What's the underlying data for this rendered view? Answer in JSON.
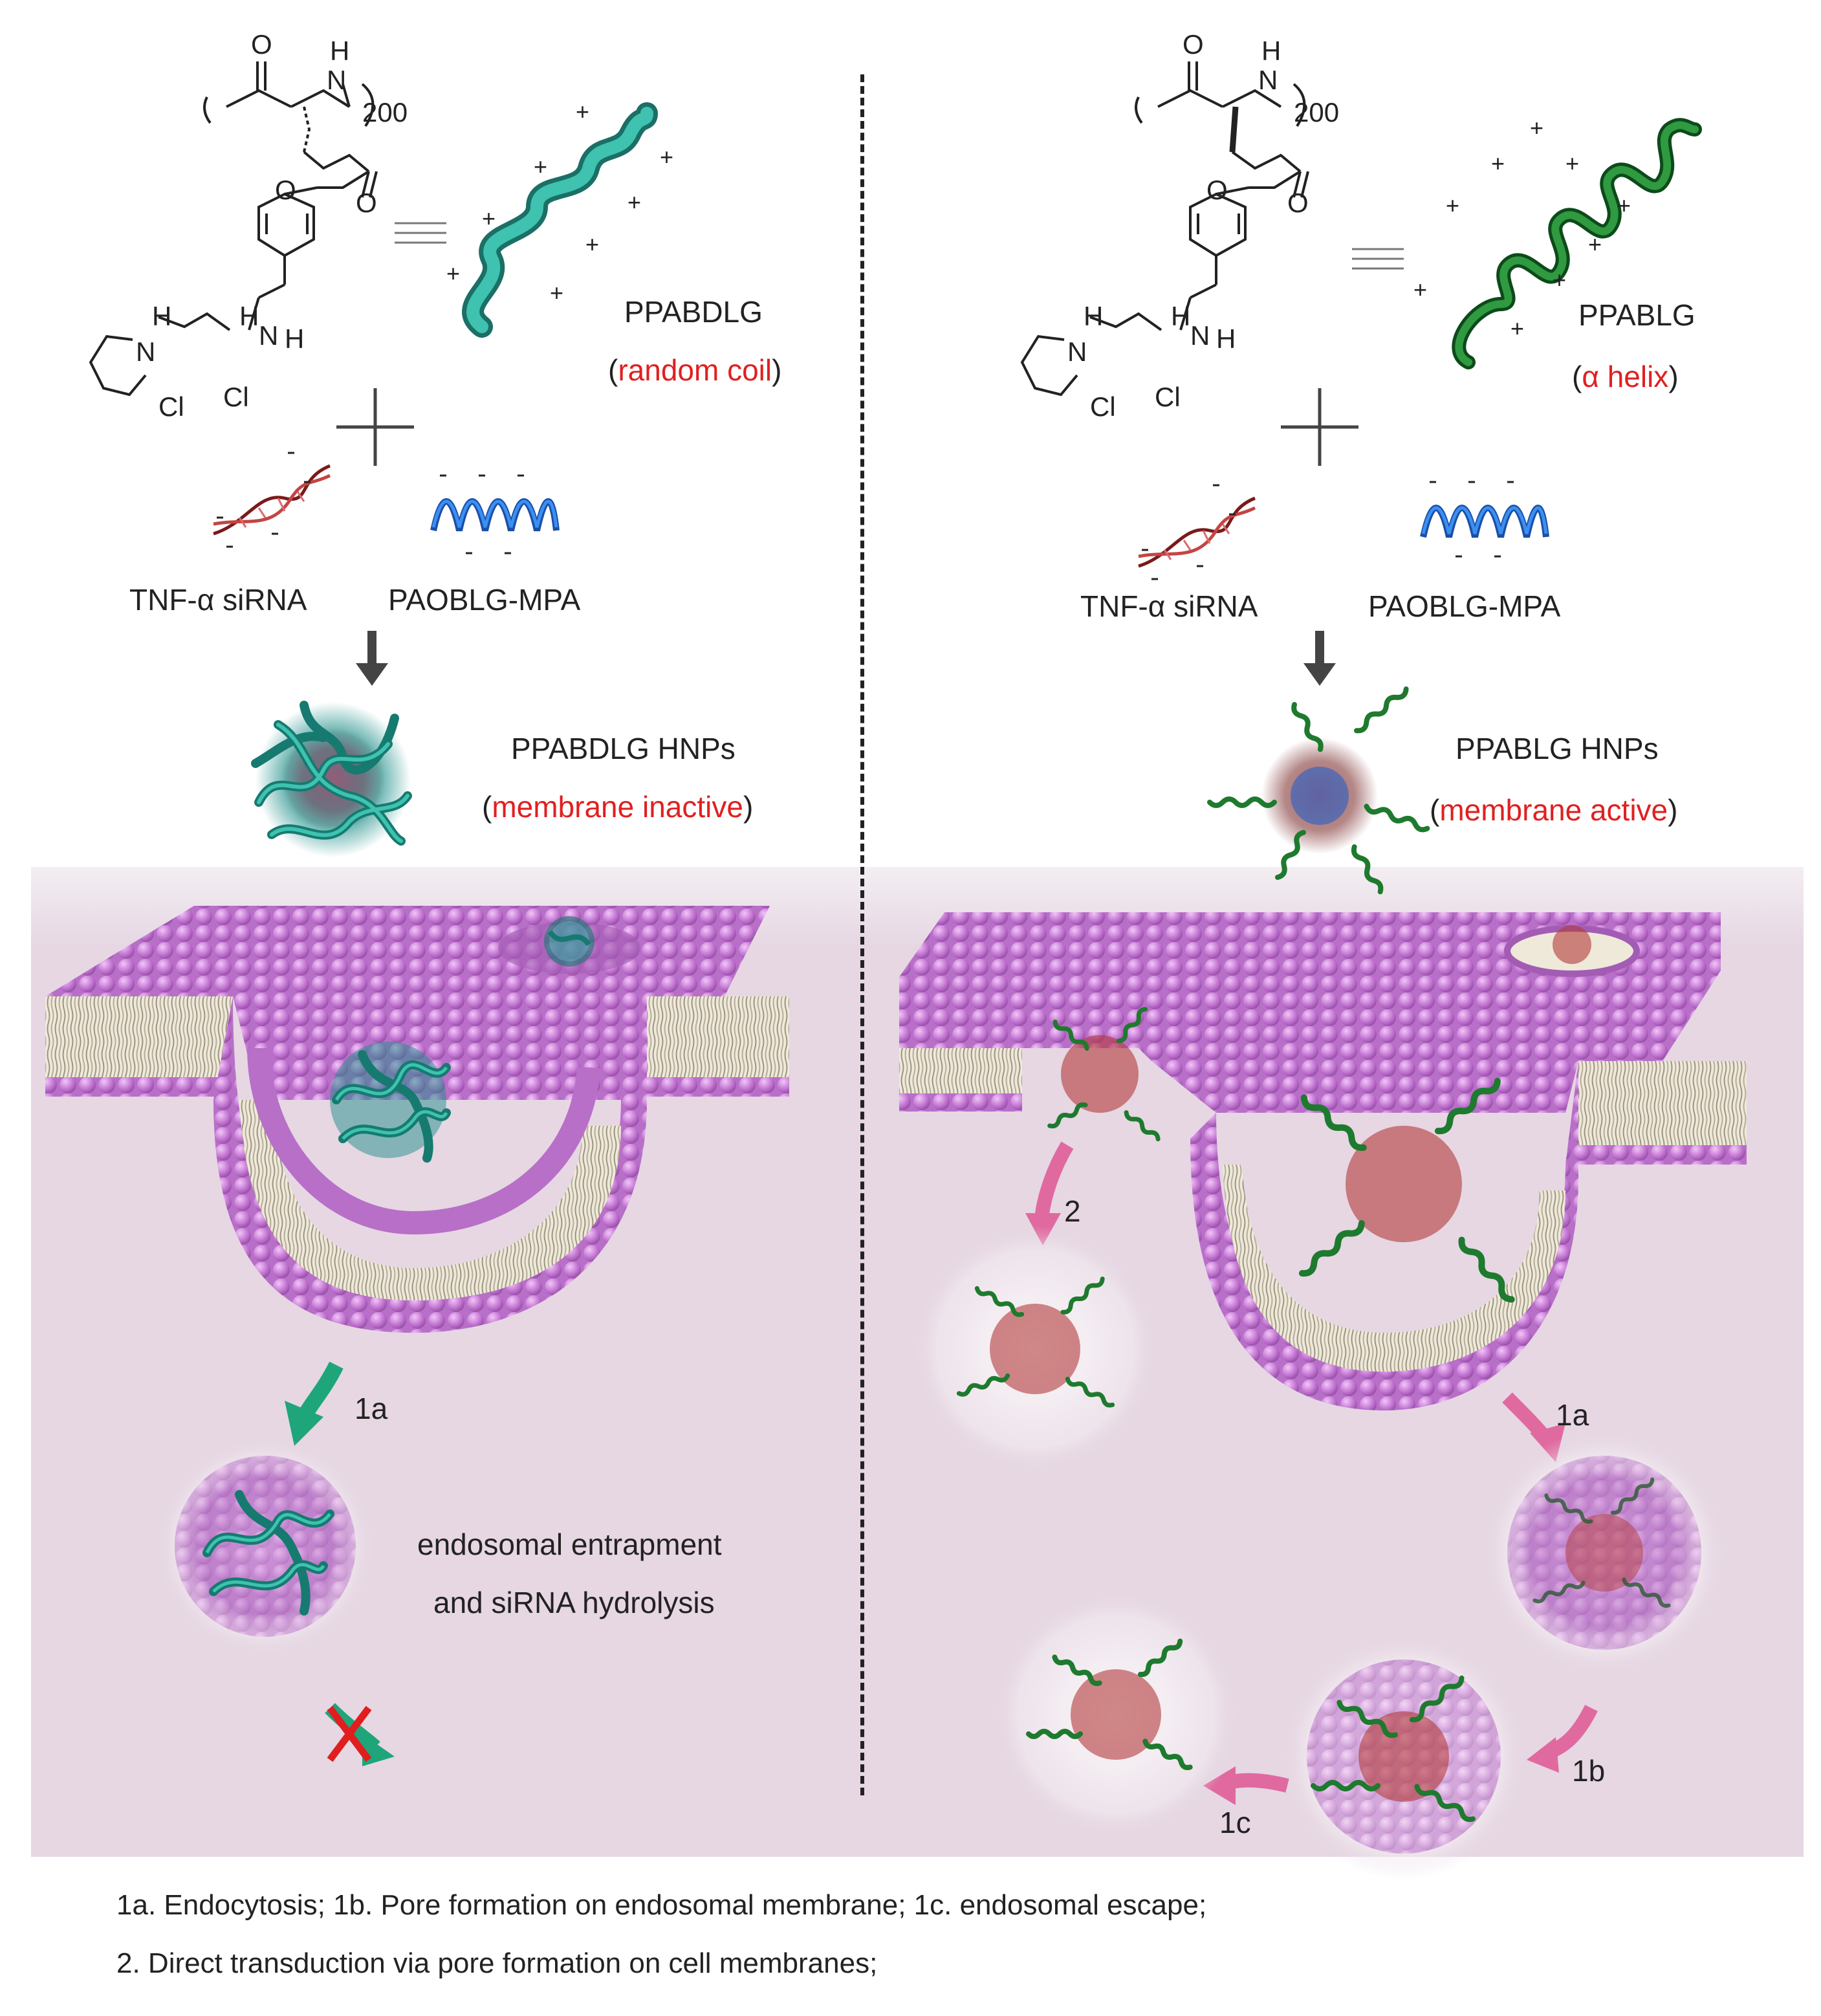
{
  "left": {
    "chem_labels": {
      "O": "O",
      "H": "H",
      "N": "N",
      "subscript": "200",
      "O2": "O",
      "O3": "O",
      "H2": "H",
      "N2": "N",
      "H3": "H",
      "N3": "N",
      "H4": "H",
      "Cl1": "Cl",
      "Cl2": "Cl"
    },
    "polymer_name": "PPABDLG",
    "polymer_conformation_open": "(",
    "polymer_conformation": "random coil",
    "polymer_conformation_close": ")",
    "sirna_label": "TNF-α siRNA",
    "paoblg_label": "PAOBLG-MPA",
    "hnp_name": "PPABDLG HNPs",
    "hnp_state_open": "(",
    "hnp_state": "membrane inactive",
    "hnp_state_close": ")",
    "step_1a": "1a",
    "endosome_text_line1": "endosomal entrapment",
    "endosome_text_line2": "and siRNA hydrolysis"
  },
  "right": {
    "chem_labels": {
      "O": "O",
      "H": "H",
      "N": "N",
      "subscript": "200",
      "O2": "O",
      "O3": "O",
      "H2": "H",
      "N2": "N",
      "H3": "H",
      "N3": "N",
      "H4": "H",
      "Cl1": "Cl",
      "Cl2": "Cl"
    },
    "polymer_name": "PPABLG",
    "polymer_conformation_open": "(",
    "polymer_conformation": "α helix",
    "polymer_conformation_close": ")",
    "sirna_label": "TNF-α siRNA",
    "paoblg_label": "PAOBLG-MPA",
    "hnp_name": "PPABLG HNPs",
    "hnp_state_open": "(",
    "hnp_state": "membrane active",
    "hnp_state_close": ")",
    "step_2": "2",
    "step_1a": "1a",
    "step_1b": "1b",
    "step_1c": "1c"
  },
  "legend": {
    "line1": "1a. Endocytosis; 1b. Pore formation on endosomal membrane; 1c. endosomal escape;",
    "line2": "2. Direct transduction via pore formation on cell membranes;"
  },
  "colors": {
    "membrane_head": "#c77bd6",
    "panel_bg": "#e9dbe6",
    "random_coil": "#27a99a",
    "helix": "#1e7a2e",
    "paoblg": "#1a6fd0",
    "sirna": "#9b1b1b",
    "arrow_left": "#1fa57a",
    "arrow_right": "#e06aa0",
    "highlight_text": "#e02020"
  }
}
